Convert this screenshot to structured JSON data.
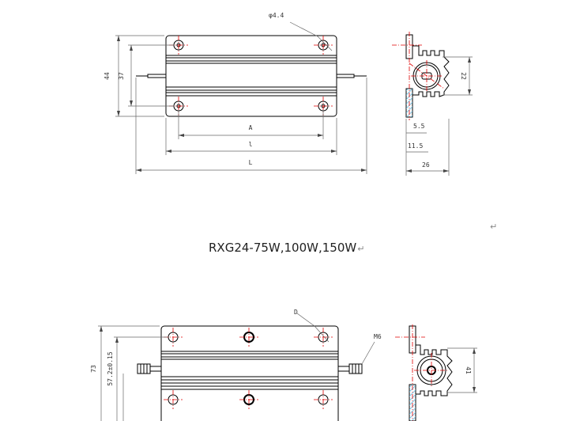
{
  "top_drawing": {
    "hole_label": "φ4.4",
    "height_outer_label": "44",
    "height_inner_label": "37",
    "dim_a_label": "A",
    "dim_l_inner_label": "l",
    "dim_l_outer_label": "L",
    "side_height_label": "22",
    "side_dim_small_label": "5.5",
    "side_dim_mid_label": "11.5",
    "side_dim_bottom_label": "26"
  },
  "caption": {
    "text": "RXG24-75W,100W,150W",
    "return_mark": "↵"
  },
  "page_mark": "↵",
  "bottom_drawing": {
    "hole_label": "D",
    "thread_label": "M6",
    "height_outer_label": "73",
    "height_inner_label": "57.2±0.15",
    "side_height_label": "41"
  },
  "colors": {
    "line": "#000000",
    "gray": "#9a9a9a",
    "centerline": "#e00000",
    "hatch": "#5ab8e0"
  }
}
